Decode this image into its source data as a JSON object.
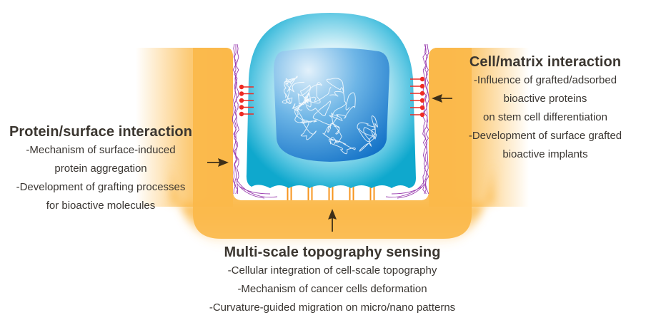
{
  "colors": {
    "substrate": "#fbb94a",
    "cell_outer": "#13acd0",
    "cell_inner_light": "#e6f7fb",
    "nucleus": "#1a7fd0",
    "nucleus_light": "#cfe7f7",
    "ligand": "#ee2b24",
    "pillar": "#f7941d",
    "fiber": "#9b3fb0",
    "arrow": "#3e2f17",
    "text": "#3a3632"
  },
  "blocks": {
    "left": {
      "title": "Protein/surface interaction",
      "lines": [
        "-Mechanism of surface-induced",
        "protein aggregation",
        "-Development of grafting processes",
        "for bioactive molecules"
      ]
    },
    "right": {
      "title": "Cell/matrix interaction",
      "lines": [
        "-Influence of grafted/adsorbed",
        "bioactive proteins",
        "on stem cell differentiation",
        "-Development of surface grafted",
        "bioactive implants"
      ]
    },
    "bottom": {
      "title": "Multi-scale topography sensing",
      "lines": [
        "-Cellular integration of cell-scale topography",
        "-Mechanism of cancer cells deformation",
        "-Curvature-guided migration on micro/nano patterns"
      ]
    }
  },
  "illustration": {
    "cell": "cell-body",
    "nucleus": "nucleus-with-chromatin",
    "ligands_left_count": 5,
    "ligands_right_count": 6,
    "pillars_count": 5,
    "arrows": [
      "arrow-left-side",
      "arrow-right-side",
      "arrow-bottom"
    ]
  }
}
